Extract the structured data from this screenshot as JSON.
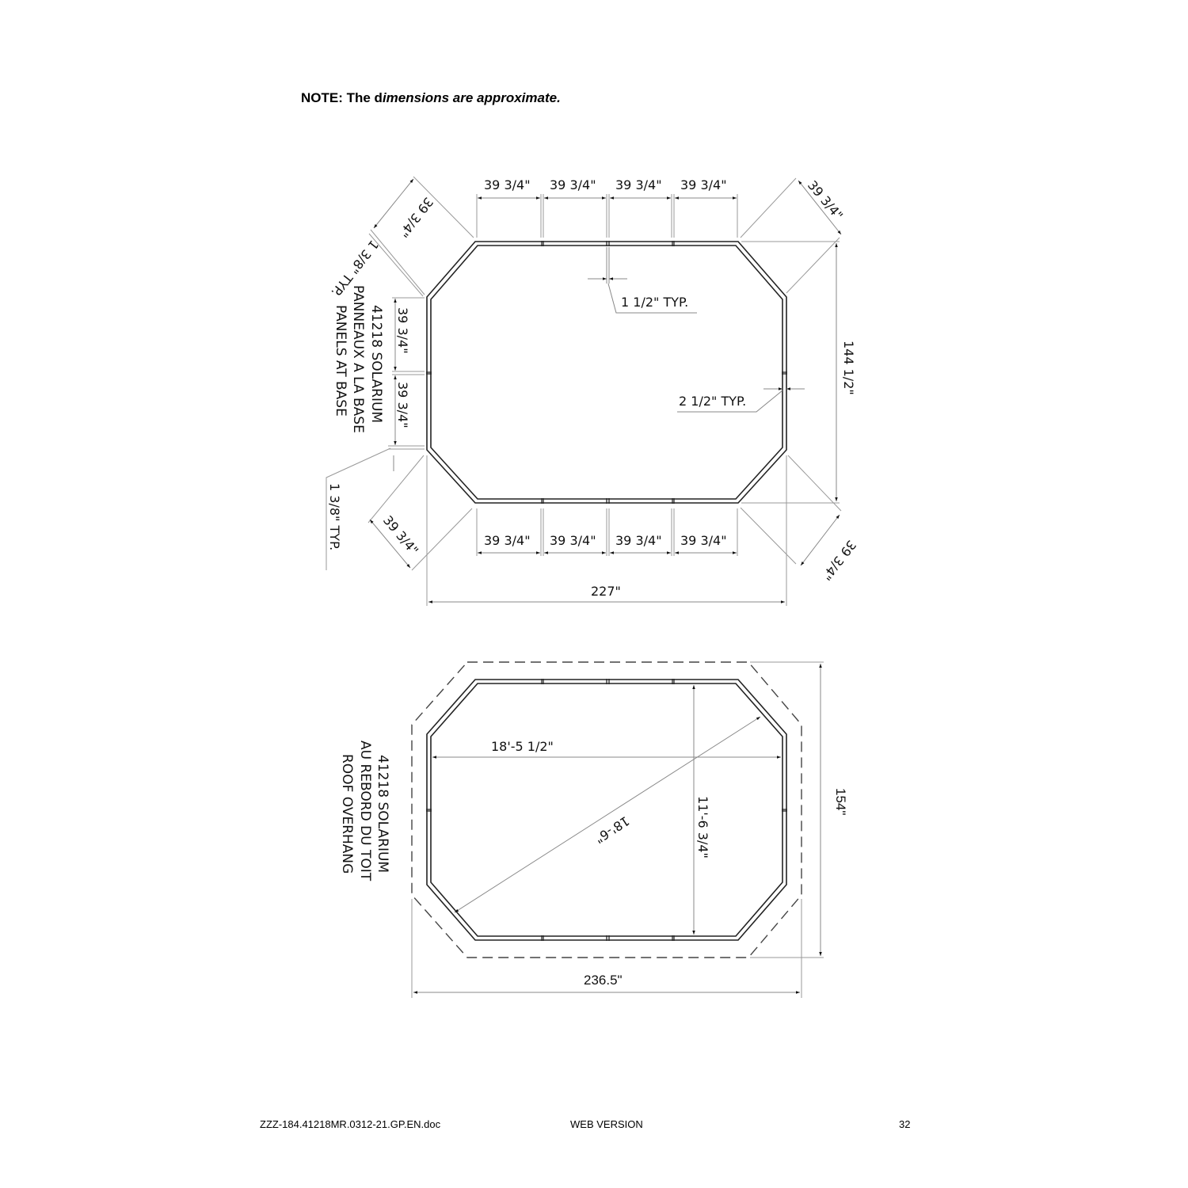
{
  "note": {
    "prefix": "NOTE: The d",
    "italic": "imensions are approximate."
  },
  "base_plan": {
    "title_lines": [
      "41218 SOLARIUM",
      "PANNEAUX A LA BASE",
      "PANELS AT BASE"
    ],
    "panel_width": "39 3/4\"",
    "top_panels": [
      "39 3/4\"",
      "39 3/4\"",
      "39 3/4\"",
      "39 3/4\""
    ],
    "bottom_panels": [
      "39 3/4\"",
      "39 3/4\"",
      "39 3/4\"",
      "39 3/4\""
    ],
    "left_panels": [
      "39 3/4\"",
      "39 3/4\""
    ],
    "diagonal_panels": {
      "top_left": "39 3/4\"",
      "top_right": "39 3/4\"",
      "bottom_left": "39 3/4\"",
      "bottom_right": "39 3/4\""
    },
    "gap_top_left": "1 3/8\" TYP.",
    "gap_bottom_left": "1 3/8\" TYP.",
    "gap_panel_top": "1 1/2\" TYP.",
    "wall_thickness": "2 1/2\" TYP.",
    "overall_width": "227\"",
    "overall_height": "144 1/2\""
  },
  "roof_plan": {
    "title_lines": [
      "41218 SOLARIUM",
      "AU REBORD DU TOIT",
      "ROOF OVERHANG"
    ],
    "inside_width": "18'-5 1/2\"",
    "inside_depth": "11'-6 3/4\"",
    "diagonal": "18'-6\"",
    "overall_width": "236.5\"",
    "overall_height": "154\""
  },
  "footer": {
    "filename": "ZZZ-184.41218MR.0312-21.GP.EN.doc",
    "version": "WEB VERSION",
    "page_number": "32"
  },
  "colors": {
    "line": "#222222",
    "dim_line": "#888888",
    "text": "#111111"
  }
}
